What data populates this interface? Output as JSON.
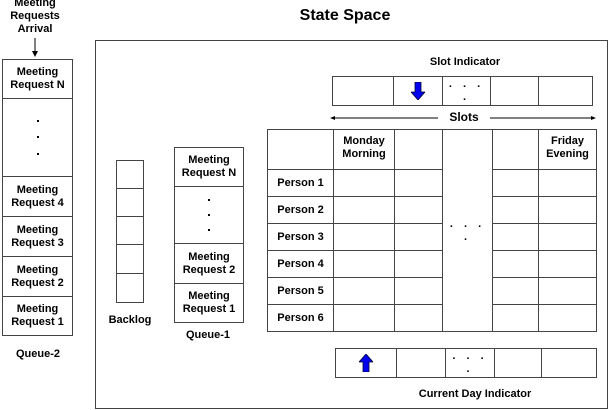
{
  "title": "State Space",
  "arrival_label": [
    "Meeting",
    "Requests",
    "Arrival"
  ],
  "queue2": {
    "label": "Queue-2",
    "items": [
      "Meeting Request N",
      "Meeting Request 4",
      "Meeting Request 3",
      "Meeting Request 2",
      "Meeting Request 1"
    ]
  },
  "backlog": {
    "label": "Backlog",
    "cells": 5
  },
  "queue1": {
    "label": "Queue-1",
    "items": [
      "Meeting Request N",
      "Meeting Request 2",
      "Meeting Request 1"
    ]
  },
  "slot_indicator": {
    "label": "Slot Indicator",
    "dots": ". . . .",
    "arrow_color": "#0000ee"
  },
  "slots_label": "Slots",
  "grid": {
    "col_headers": [
      "Monday Morning",
      "",
      "",
      "",
      "Friday Evening"
    ],
    "rows": [
      "Person 1",
      "Person 2",
      "Person 3",
      "Person 4",
      "Person 5",
      "Person 6"
    ],
    "dots": ". . . ."
  },
  "current_day_indicator": {
    "label": "Current Day Indicator",
    "dots": ". . . .",
    "arrow_color": "#0000ee"
  }
}
